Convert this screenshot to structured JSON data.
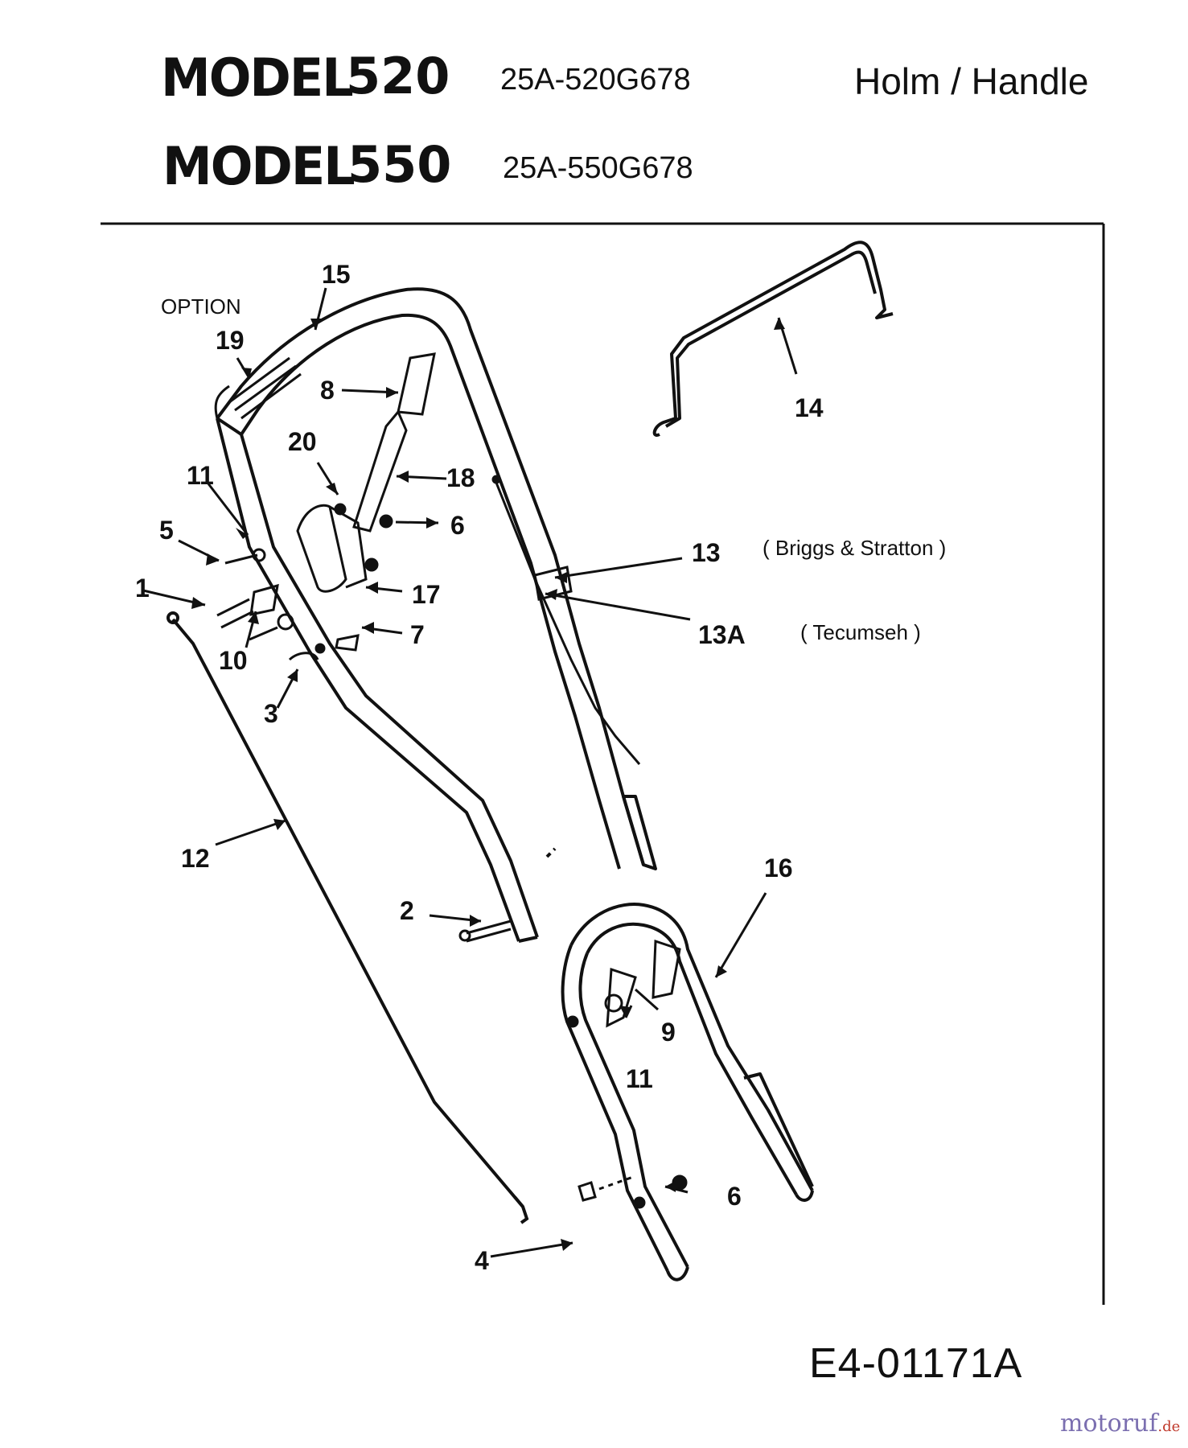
{
  "header": {
    "rows": [
      {
        "model_word": "MODEL",
        "model_number": "520",
        "part_code": "25A-520G678"
      },
      {
        "model_word": "MODEL",
        "model_number": "550",
        "part_code": "25A-550G678"
      }
    ],
    "section_title": "Holm / Handle"
  },
  "diagram": {
    "option_label": "OPTION",
    "callouts": {
      "c1": "1",
      "c2": "2",
      "c3": "3",
      "c4": "4",
      "c5": "5",
      "c6a": "6",
      "c6b": "6",
      "c7": "7",
      "c8": "8",
      "c9": "9",
      "c10": "10",
      "c11a": "11",
      "c11b": "11",
      "c12": "12",
      "c13": "13",
      "c13a": "13A",
      "c14": "14",
      "c15": "15",
      "c16": "16",
      "c17": "17",
      "c18": "18",
      "c19": "19",
      "c20": "20"
    },
    "notes": {
      "briggs": "( Briggs & Stratton )",
      "tecumseh": "( Tecumseh )"
    }
  },
  "footer": {
    "drawing_code": "E4-01171A",
    "watermark_main": "motoruf",
    "watermark_suffix": ".de"
  }
}
